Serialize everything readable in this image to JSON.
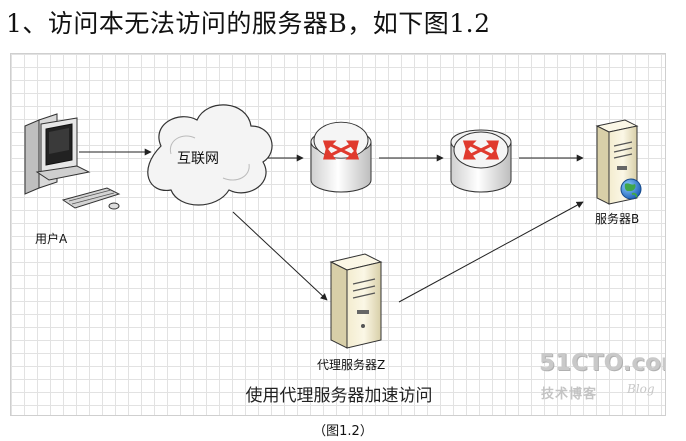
{
  "heading": "1、访问本无法访问的服务器B，如下图1.2",
  "nodes": {
    "user": "用户A",
    "internet": "互联网",
    "server_b": "服务器B",
    "proxy": "代理服务器Z"
  },
  "diagram_caption": "使用代理服务器加速访问",
  "watermark": {
    "site": "51CTO.com",
    "sub": "技术博客",
    "blog": "Blog"
  },
  "figure_caption": "（图1.2）",
  "colors": {
    "router_arrow": "#e03a2e",
    "globe": "#2b7fd6",
    "line": "#222222"
  },
  "icons": [
    "desktop-computer-icon",
    "cloud-icon",
    "router-icon",
    "server-icon",
    "globe-icon"
  ]
}
